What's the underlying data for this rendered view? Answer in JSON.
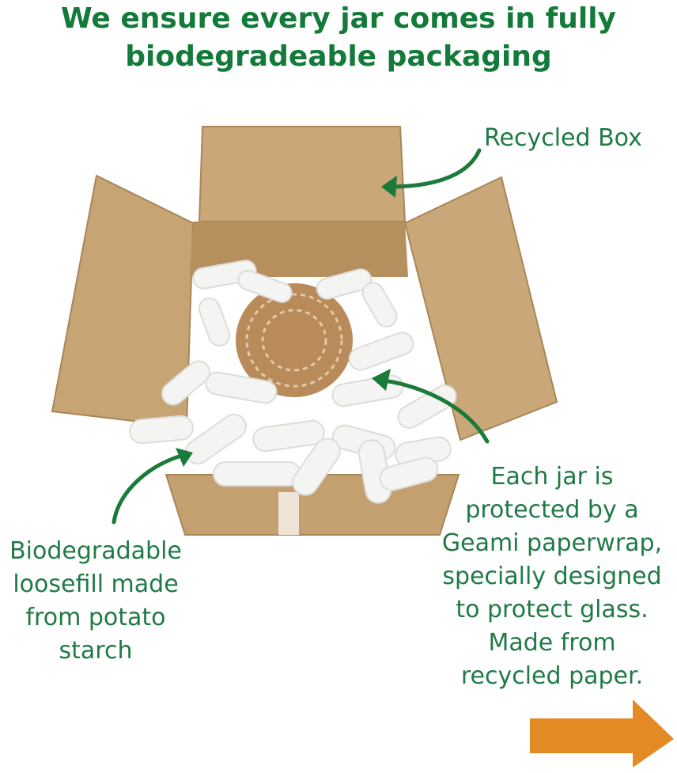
{
  "headline": {
    "line1": "We ensure every jar comes in fully",
    "line2": "biodegradeable packaging"
  },
  "labels": {
    "box": "Recycled Box",
    "loosefill": [
      "Biodegradable",
      "loosefill made",
      "from potato",
      "starch"
    ],
    "paperwrap": [
      "Each jar is",
      "protected by a",
      "Geami paperwrap,",
      "specially designed",
      "to protect glass.",
      "Made from",
      "recycled paper."
    ]
  },
  "colors": {
    "headline": "#137a3a",
    "label_text": "#1f7a46",
    "arrow_green": "#1b7a3a",
    "next_arrow": "#e48a24",
    "cardboard": "#c9a779"
  },
  "icons": {
    "next": "arrow-right-icon"
  }
}
